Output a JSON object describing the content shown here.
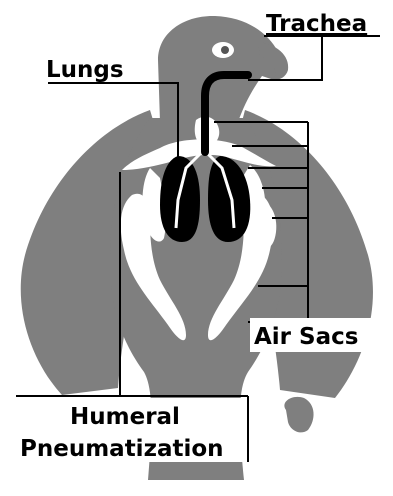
{
  "labels": {
    "trachea": "Trachea",
    "lungs": "Lungs",
    "air_sacs": "Air Sacs",
    "humeral_line1": "Humeral",
    "humeral_line2": "Pneumatization"
  },
  "colors": {
    "bird_body": "#7f7f7f",
    "air_sacs": "#ffffff",
    "lungs": "#000000",
    "leader_lines": "#000000",
    "background": "#ffffff"
  },
  "icons": {
    "bird": "eagle-silhouette",
    "eye": "eye-icon"
  }
}
